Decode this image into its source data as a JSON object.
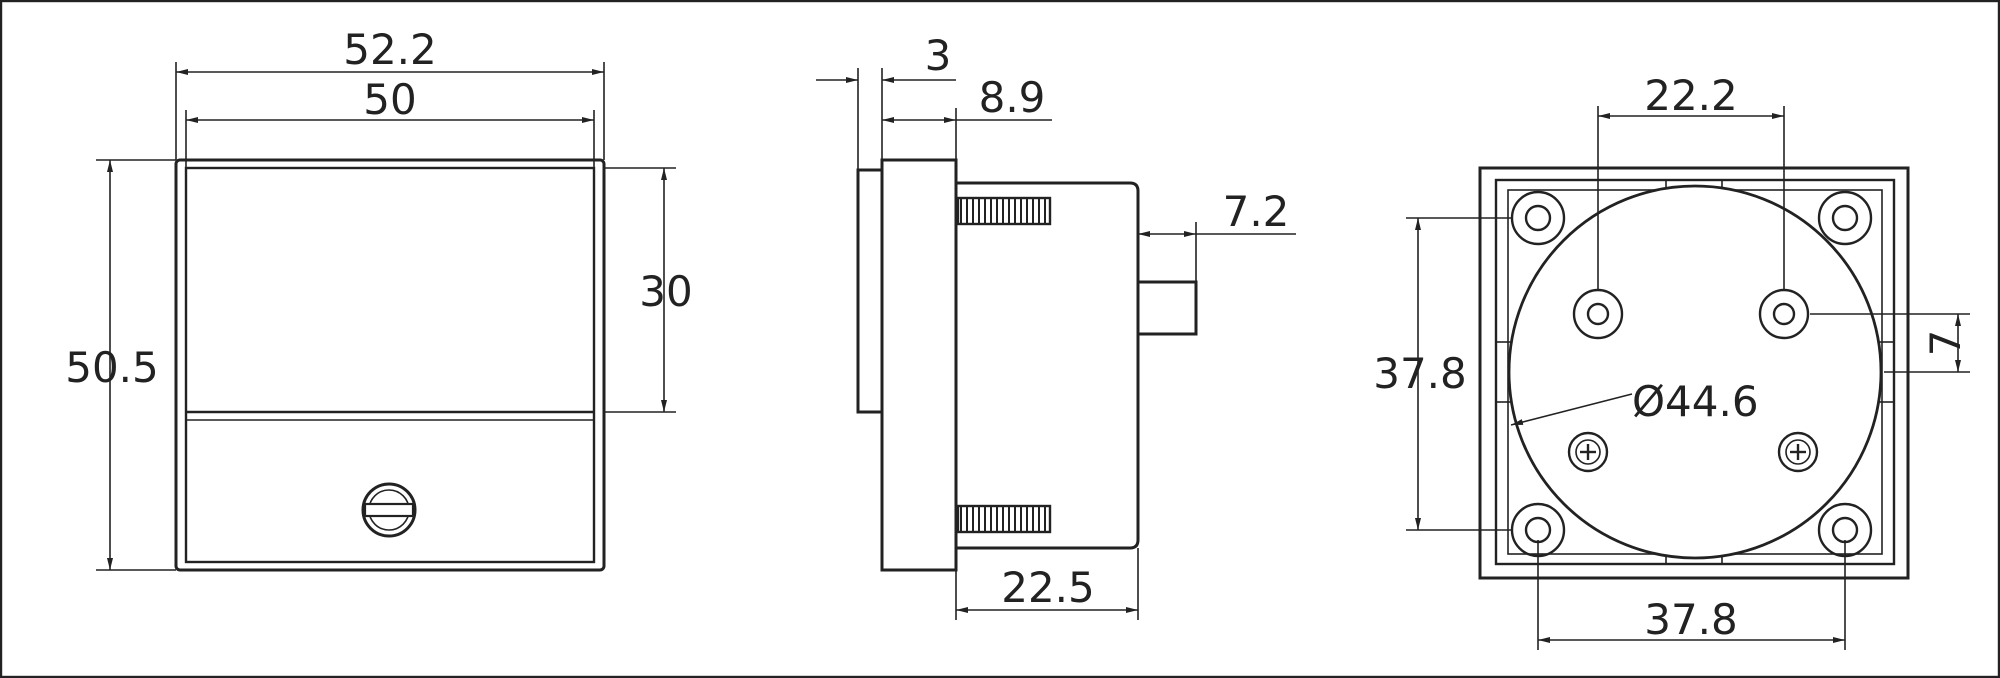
{
  "front_view": {
    "width_outer": "52.2",
    "width_inner": "50",
    "height_outer": "50.5",
    "window_height": "30"
  },
  "side_view": {
    "flange": "3",
    "depth_front": "8.9",
    "stud": "7.2",
    "body_depth": "22.5"
  },
  "rear_view": {
    "terminal_spacing": "22.2",
    "hole_spacing_v": "37.8",
    "hole_spacing_h": "37.8",
    "diameter": "Ø44.6",
    "offset": "7"
  }
}
